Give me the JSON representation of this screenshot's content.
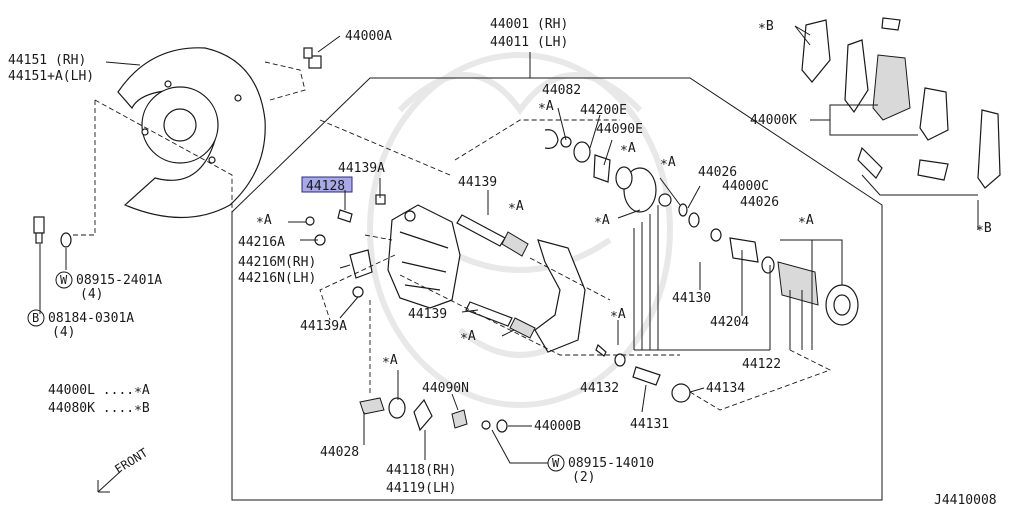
{
  "labels": {
    "l44151": "44151 (RH)",
    "l44151a": "44151+A(LH)",
    "l44000a": "44000A",
    "l44001": "44001 (RH)",
    "l44011": "44011 (LH)",
    "lstarB_top": "∗B",
    "l44082": "44082",
    "lstarA_1": "∗A",
    "l44200e": "44200E",
    "l44090e": "44090E",
    "lstarA_2": "∗A",
    "l44000k": "44000K",
    "l44139a_top": "44139A",
    "l44128": "44128",
    "l44139_top": "44139",
    "lstarA_3": "∗A",
    "lstarA_4": "∗A",
    "l44026_1": "44026",
    "l44000c": "44000C",
    "l44026_2": "44026",
    "lstarA_5": "∗A",
    "lstarA_6": "∗A",
    "lstarA_7": "∗A",
    "lstarB_right": "∗B",
    "l44216a": "44216A",
    "l44216m": "44216M(RH)",
    "l44216n": "44216N(LH)",
    "l08915_2401a": "08915-2401A",
    "l08915_2401a_qty": "(4)",
    "l08184": "08184-0301A",
    "l08184_qty": "(4)",
    "l44139a_bot": "44139A",
    "l44139_bot": "44139",
    "lstarA_8": "∗A",
    "l44130": "44130",
    "l44204": "44204",
    "lstarA_9": "∗A",
    "l44122": "44122",
    "l44132": "44132",
    "l44134": "44134",
    "l44000l": "44000L ....∗A",
    "l44080k": "44080K ....∗B",
    "lstarA_10": "∗A",
    "l44090n": "44090N",
    "l44000b": "44000B",
    "l44131": "44131",
    "l44028": "44028",
    "l08915_14010": "08915-14010",
    "l08915_14010_qty": "(2)",
    "l44118": "44118(RH)",
    "l44119": "44119(LH)",
    "front": "FRONT",
    "diagram_code": "J4410008"
  },
  "markers": {
    "w": "W",
    "b": "B"
  },
  "colors": {
    "highlight": "#a9a9e6",
    "ink": "#1a1a1a",
    "watermark": "#e8e8e8"
  },
  "icons": {
    "front_arrow": "front-arrow-icon"
  }
}
